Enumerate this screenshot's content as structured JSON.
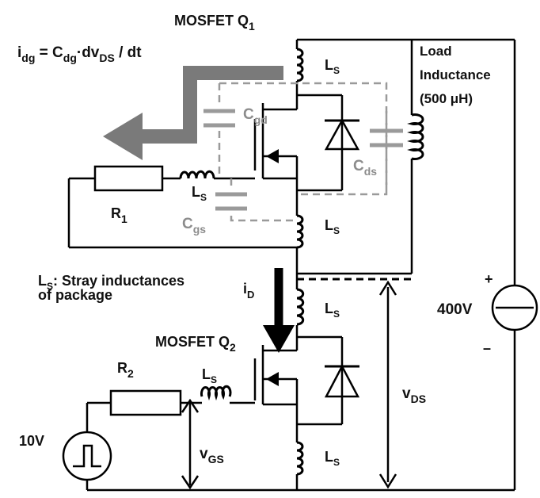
{
  "labels": {
    "mosfet_q1": {
      "main": "MOSFET Q",
      "sub": "1"
    },
    "mosfet_q2": {
      "main": "MOSFET Q",
      "sub": "2"
    },
    "equation": {
      "i": "i",
      "i_sub": "dg",
      "eq": " = C",
      "c_sub": "dg",
      "mid": "·dv",
      "v_sub": "DS",
      "tail": " / dt"
    },
    "load": {
      "line1": "Load",
      "line2": "Inductance",
      "line3": "(500 μH)"
    },
    "cgd": {
      "main": "C",
      "sub": "gd"
    },
    "cds": {
      "main": "C",
      "sub": "ds"
    },
    "cgs": {
      "main": "C",
      "sub": "gs"
    },
    "ls": {
      "main": "L",
      "sub": "S"
    },
    "r1": {
      "main": "R",
      "sub": "1"
    },
    "r2": {
      "main": "R",
      "sub": "2"
    },
    "stray": {
      "line1_main": "L",
      "line1_sub": "S",
      "line1_rest": ": Stray inductances",
      "line2": "of package"
    },
    "id": {
      "main": "i",
      "sub": "D"
    },
    "vds": {
      "main": "v",
      "sub": "DS"
    },
    "vgs": {
      "main": "v",
      "sub": "GS"
    },
    "supply": {
      "value": "400V",
      "plus": "+",
      "minus": "–"
    },
    "pulse": {
      "value": "10V"
    }
  },
  "colors": {
    "wire": "#000000",
    "parasitic": "#9a9a9a",
    "arrow_gray": "#7a7a7a"
  }
}
